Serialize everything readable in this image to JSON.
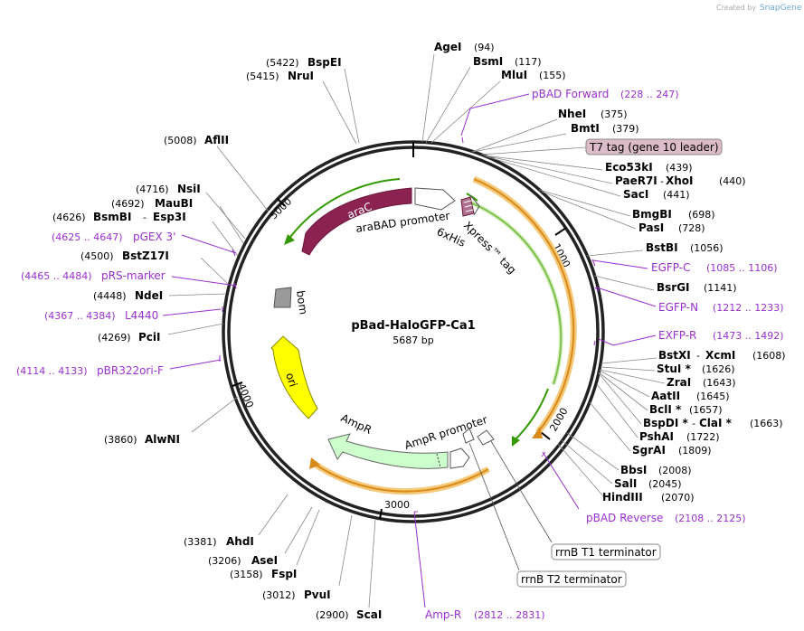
{
  "watermark": {
    "created_by": "Created by",
    "brand": "SnapGene"
  },
  "map": {
    "name": "pBad-HaloGFP-Ca1",
    "size": "5687 bp",
    "ticks": [
      "1000",
      "2000",
      "3000",
      "4000",
      "5000"
    ]
  },
  "features": {
    "araC": "araC",
    "araBAD_promoter": "araBAD promoter",
    "his6": "6xHis",
    "xpress": "Xpress™ tag",
    "bom": "bom",
    "ori": "ori",
    "AmpR": "AmpR",
    "AmpR_promoter": "AmpR promoter"
  },
  "boxes": {
    "t7": "T7 tag (gene 10 leader)",
    "rrnb_t1": "rrnB T1 terminator",
    "rrnb_t2": "rrnB T2 terminator"
  },
  "sites": [
    {
      "name": "AgeI",
      "pos": "(94)"
    },
    {
      "name": "BsmI",
      "pos": "(117)"
    },
    {
      "name": "MluI",
      "pos": "(155)"
    },
    {
      "name": "NheI",
      "pos": "(375)"
    },
    {
      "name": "BmtI",
      "pos": "(379)"
    },
    {
      "name": "Eco53kI",
      "pos": "(439)"
    },
    {
      "name": "PaeR7I",
      "name2": "XhoI",
      "pos": "(440)"
    },
    {
      "name": "SacI",
      "pos": "(441)"
    },
    {
      "name": "BmgBI",
      "pos": "(698)"
    },
    {
      "name": "PasI",
      "pos": "(728)"
    },
    {
      "name": "BstBI",
      "pos": "(1056)"
    },
    {
      "name": "BsrGI",
      "pos": "(1141)"
    },
    {
      "name": "BstXI",
      "name2": "XcmI",
      "pos": "(1608)"
    },
    {
      "name": "StuI *",
      "pos": "(1626)"
    },
    {
      "name": "ZraI",
      "pos": "(1643)"
    },
    {
      "name": "AatII",
      "pos": "(1645)"
    },
    {
      "name": "BclI *",
      "pos": "(1657)"
    },
    {
      "name": "BspDI *",
      "name2": "ClaI *",
      "pos": "(1663)"
    },
    {
      "name": "PshAI",
      "pos": "(1722)"
    },
    {
      "name": "SgrAI",
      "pos": "(1809)"
    },
    {
      "name": "BbsI",
      "pos": "(2008)"
    },
    {
      "name": "SalI",
      "pos": "(2045)"
    },
    {
      "name": "HindIII",
      "pos": "(2070)"
    },
    {
      "name": "ScaI",
      "pos": "(2900)"
    },
    {
      "name": "PvuI",
      "pos": "(3012)"
    },
    {
      "name": "FspI",
      "pos": "(3158)"
    },
    {
      "name": "AseI",
      "pos": "(3206)"
    },
    {
      "name": "AhdI",
      "pos": "(3381)"
    },
    {
      "name": "AlwNI",
      "pos": "(3860)"
    },
    {
      "name": "PciI",
      "pos": "(4269)"
    },
    {
      "name": "NdeI",
      "pos": "(4448)"
    },
    {
      "name": "BstZ17I",
      "pos": "(4500)"
    },
    {
      "name": "BsmBI",
      "name2": "Esp3I",
      "pos": "(4626)"
    },
    {
      "name": "MauBI",
      "pos": "(4692)"
    },
    {
      "name": "NsiI",
      "pos": "(4716)"
    },
    {
      "name": "AflII",
      "pos": "(5008)"
    },
    {
      "name": "NruI",
      "pos": "(5415)"
    },
    {
      "name": "BspEI",
      "pos": "(5422)"
    }
  ],
  "primers": [
    {
      "name": "pBAD Forward",
      "pos": "(228 .. 247)"
    },
    {
      "name": "EGFP-C",
      "pos": "(1085 .. 1106)"
    },
    {
      "name": "EGFP-N",
      "pos": "(1212 .. 1233)"
    },
    {
      "name": "EXFP-R",
      "pos": "(1473 .. 1492)"
    },
    {
      "name": "pBAD Reverse",
      "pos": "(2108 .. 2125)"
    },
    {
      "name": "Amp-R",
      "pos": "(2812 .. 2831)"
    },
    {
      "name": "pBR322ori-F",
      "pos": "(4114 .. 4133)"
    },
    {
      "name": "L4440",
      "pos": "(4367 .. 4384)"
    },
    {
      "name": "pRS-marker",
      "pos": "(4465 .. 4484)"
    },
    {
      "name": "pGEX 3'",
      "pos": "(4625 .. 4647)"
    }
  ],
  "colors": {
    "primer": "#9b30d0",
    "araC": "#8b2252",
    "orf": "#f0a030",
    "ori": "#ffff00",
    "AmpR": "#ccffcc",
    "arrow": "#339900"
  }
}
